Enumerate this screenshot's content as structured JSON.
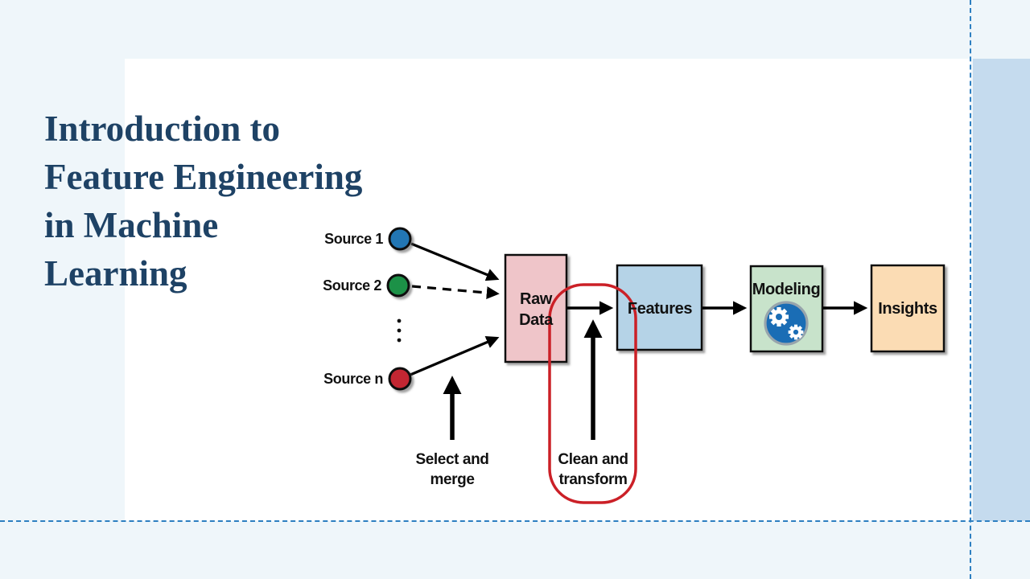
{
  "slide": {
    "title_lines": [
      "Introduction to",
      "Feature Engineering",
      "in Machine",
      "Learning"
    ]
  },
  "colors": {
    "title_text": "#1e4265",
    "background": "#eff6fa",
    "side_band": "#c5dbee",
    "guide_line": "#2d7fc1",
    "raw_data_fill": "#efc5c9",
    "features_fill": "#b5d3e7",
    "modeling_fill": "#c8e3cb",
    "insights_fill": "#fbdcb4",
    "source_1_fill": "#2076b4",
    "source_2_fill": "#1e9146",
    "source_n_fill": "#c32530",
    "highlight_stroke": "#cb2027",
    "gear_circle_fill": "#1a6db5"
  },
  "diagram": {
    "sources": [
      {
        "label": "Source 1"
      },
      {
        "label": "Source 2"
      },
      {
        "label": "Source n"
      }
    ],
    "boxes": {
      "raw_data": {
        "line1": "Raw",
        "line2": "Data"
      },
      "features": {
        "label": "Features"
      },
      "modeling": {
        "label": "Modeling"
      },
      "insights": {
        "label": "Insights"
      }
    },
    "annotations": {
      "select_merge": {
        "line1": "Select and",
        "line2": "merge"
      },
      "clean_transform": {
        "line1": "Clean and",
        "line2": "transform"
      }
    }
  }
}
